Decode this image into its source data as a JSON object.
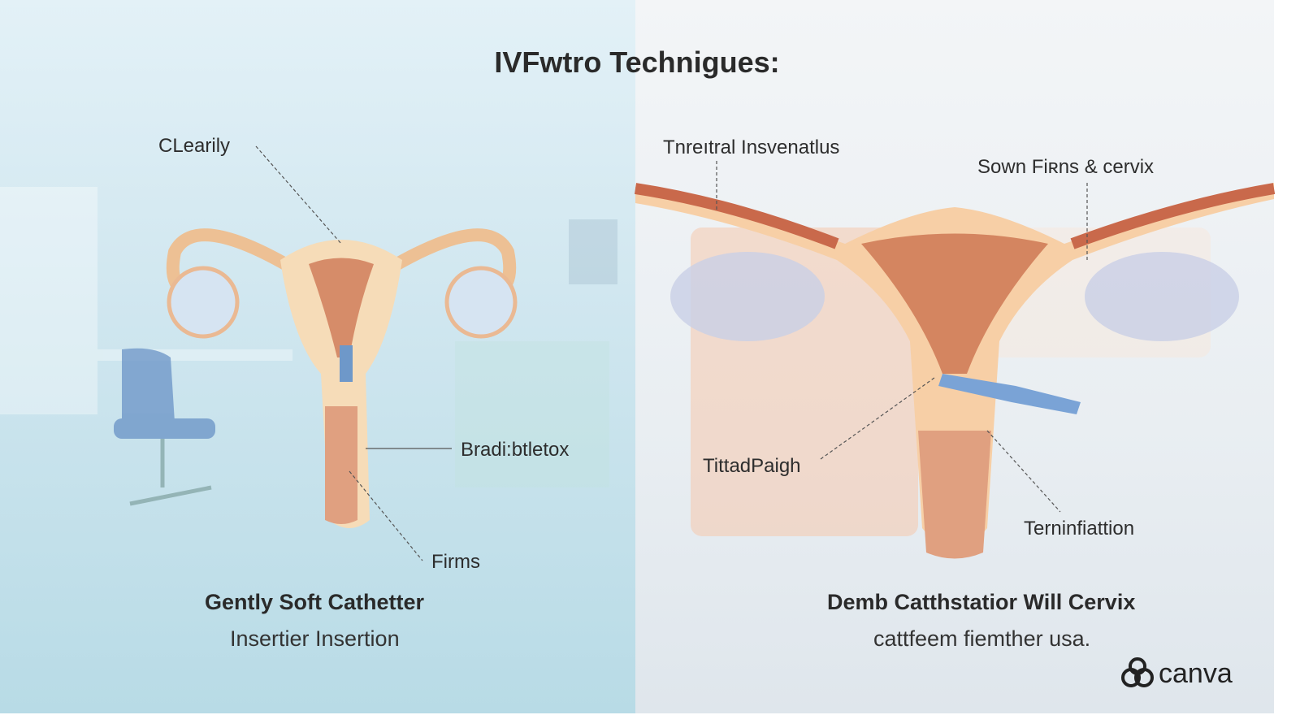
{
  "title": "IVFwtro Technigues:",
  "left_panel": {
    "labels": [
      "CLearily",
      "Bradi:btletox",
      "Firms"
    ],
    "caption_title": "Gently Soft Cathetter",
    "caption_subtitle": "Insertier Insertion"
  },
  "right_panel": {
    "labels": [
      "Tnreıtral Insvenatlus",
      "Sown Fiʀns & cervix",
      "TittadPaigh",
      "Terninfiattion"
    ],
    "caption_title": "Demb Catthstatior Will Cervix",
    "caption_subtitle": "cattfeem fiemther usa."
  },
  "logo": {
    "text": "canva"
  },
  "colors": {
    "left_bg": "#cfe6ef",
    "right_bg": "#eef1f4",
    "uterus": "#f6d9b4",
    "tissue": "#d98a68",
    "catheter": "#7aa3d6"
  }
}
